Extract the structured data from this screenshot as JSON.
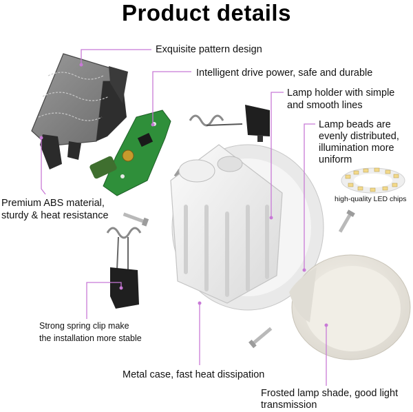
{
  "title": "Product details",
  "labels": {
    "pattern": "Exquisite pattern design",
    "drive": "Intelligent drive power, safe and durable",
    "holder_l1": "Lamp holder with simple",
    "holder_l2": "and smooth lines",
    "beads_l1": "Lamp beads are",
    "beads_l2": "evenly distributed,",
    "beads_l3": "illumination more",
    "beads_l4": "uniform",
    "chips": "high-quality LED chips",
    "abs_l1": "Premium ABS material,",
    "abs_l2": "sturdy & heat resistance",
    "spring_l1": "Strong spring clip make",
    "spring_l2": "the installation more stable",
    "metal": "Metal case, fast heat dissipation",
    "shade_l1": "Frosted lamp shade, good light",
    "shade_l2": "transmission"
  },
  "colors": {
    "leader": "#c879d6",
    "pcb": "#2f8f3a",
    "cover": "#7d7d7d",
    "housing": "#ececec"
  }
}
